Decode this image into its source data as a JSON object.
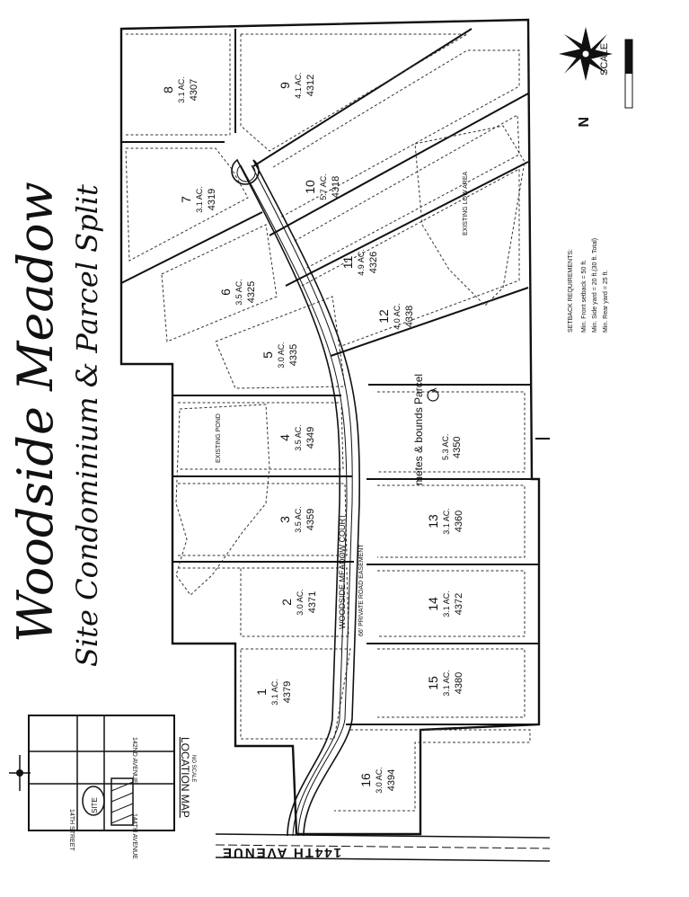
{
  "title": {
    "main": "Woodside Meadow",
    "sub": "Site Condominium & Parcel Split"
  },
  "compass": {
    "north": "N",
    "scale_label": "SCALE"
  },
  "setback": {
    "heading": "SETBACK REQUIREMENTS:",
    "front": "Min. Front setback   = 50 ft.",
    "side": "Min. Side yard   = 20 ft.(30 ft. Total)",
    "rear": "Min. Rear yard   = 25 ft."
  },
  "roads": {
    "avenue_144": "144TH AVENUE",
    "court": "WOODSIDE   MEADOW   COURT",
    "easement": "66' PRIVATE ROAD EASEMENT"
  },
  "location_map": {
    "label": "LOCATION MAP",
    "scale": "NO SCALE",
    "street": "14TH STREET",
    "ave_142": "142ND AVENUE",
    "ave_144": "144TH AVENUE",
    "site": "SITE"
  },
  "features": {
    "pond": "EXISTING POND",
    "low_area": "EXISTING LOW AREA"
  },
  "lots": [
    {
      "num": "1",
      "acres": "3.1 AC.",
      "addr": "4379"
    },
    {
      "num": "2",
      "acres": "3.0 AC.",
      "addr": "4371"
    },
    {
      "num": "3",
      "acres": "3.5 AC.",
      "addr": "4359"
    },
    {
      "num": "4",
      "acres": "3.5 AC.",
      "addr": "4349"
    },
    {
      "num": "5",
      "acres": "3.0 AC.",
      "addr": "4335"
    },
    {
      "num": "6",
      "acres": "3.5 AC.",
      "addr": "4325"
    },
    {
      "num": "7",
      "acres": "3.1 AC.",
      "addr": "4319"
    },
    {
      "num": "8",
      "acres": "3.1 AC.",
      "addr": "4307"
    },
    {
      "num": "9",
      "acres": "4.1 AC.",
      "addr": "4312"
    },
    {
      "num": "10",
      "acres": "5.7 AC.",
      "addr": "4318"
    },
    {
      "num": "11",
      "acres": "4.9 AC.",
      "addr": "4326"
    },
    {
      "num": "12",
      "acres": "4.0 AC.",
      "addr": "4338"
    },
    {
      "num": "13",
      "acres": "3.1 AC.",
      "addr": "4360"
    },
    {
      "num": "14",
      "acres": "3.1 AC.",
      "addr": "4372"
    },
    {
      "num": "15",
      "acres": "3.1 AC.",
      "addr": "4380"
    },
    {
      "num": "16",
      "acres": "3.0 AC.",
      "addr": "4394"
    }
  ],
  "parcel_a": {
    "name": "metes & bounds Parcel",
    "badge": "A",
    "acres": "5.3 AC.",
    "addr": "4350"
  }
}
